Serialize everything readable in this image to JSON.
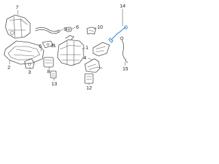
{
  "diagram": {
    "labels": [
      "1",
      "2",
      "3",
      "4",
      "5",
      "6",
      "7",
      "8",
      "9",
      "10",
      "11",
      "12",
      "13",
      "14",
      "15"
    ],
    "highlight_color": "#3b8fd6",
    "outline_color": "#4a4a4a"
  }
}
